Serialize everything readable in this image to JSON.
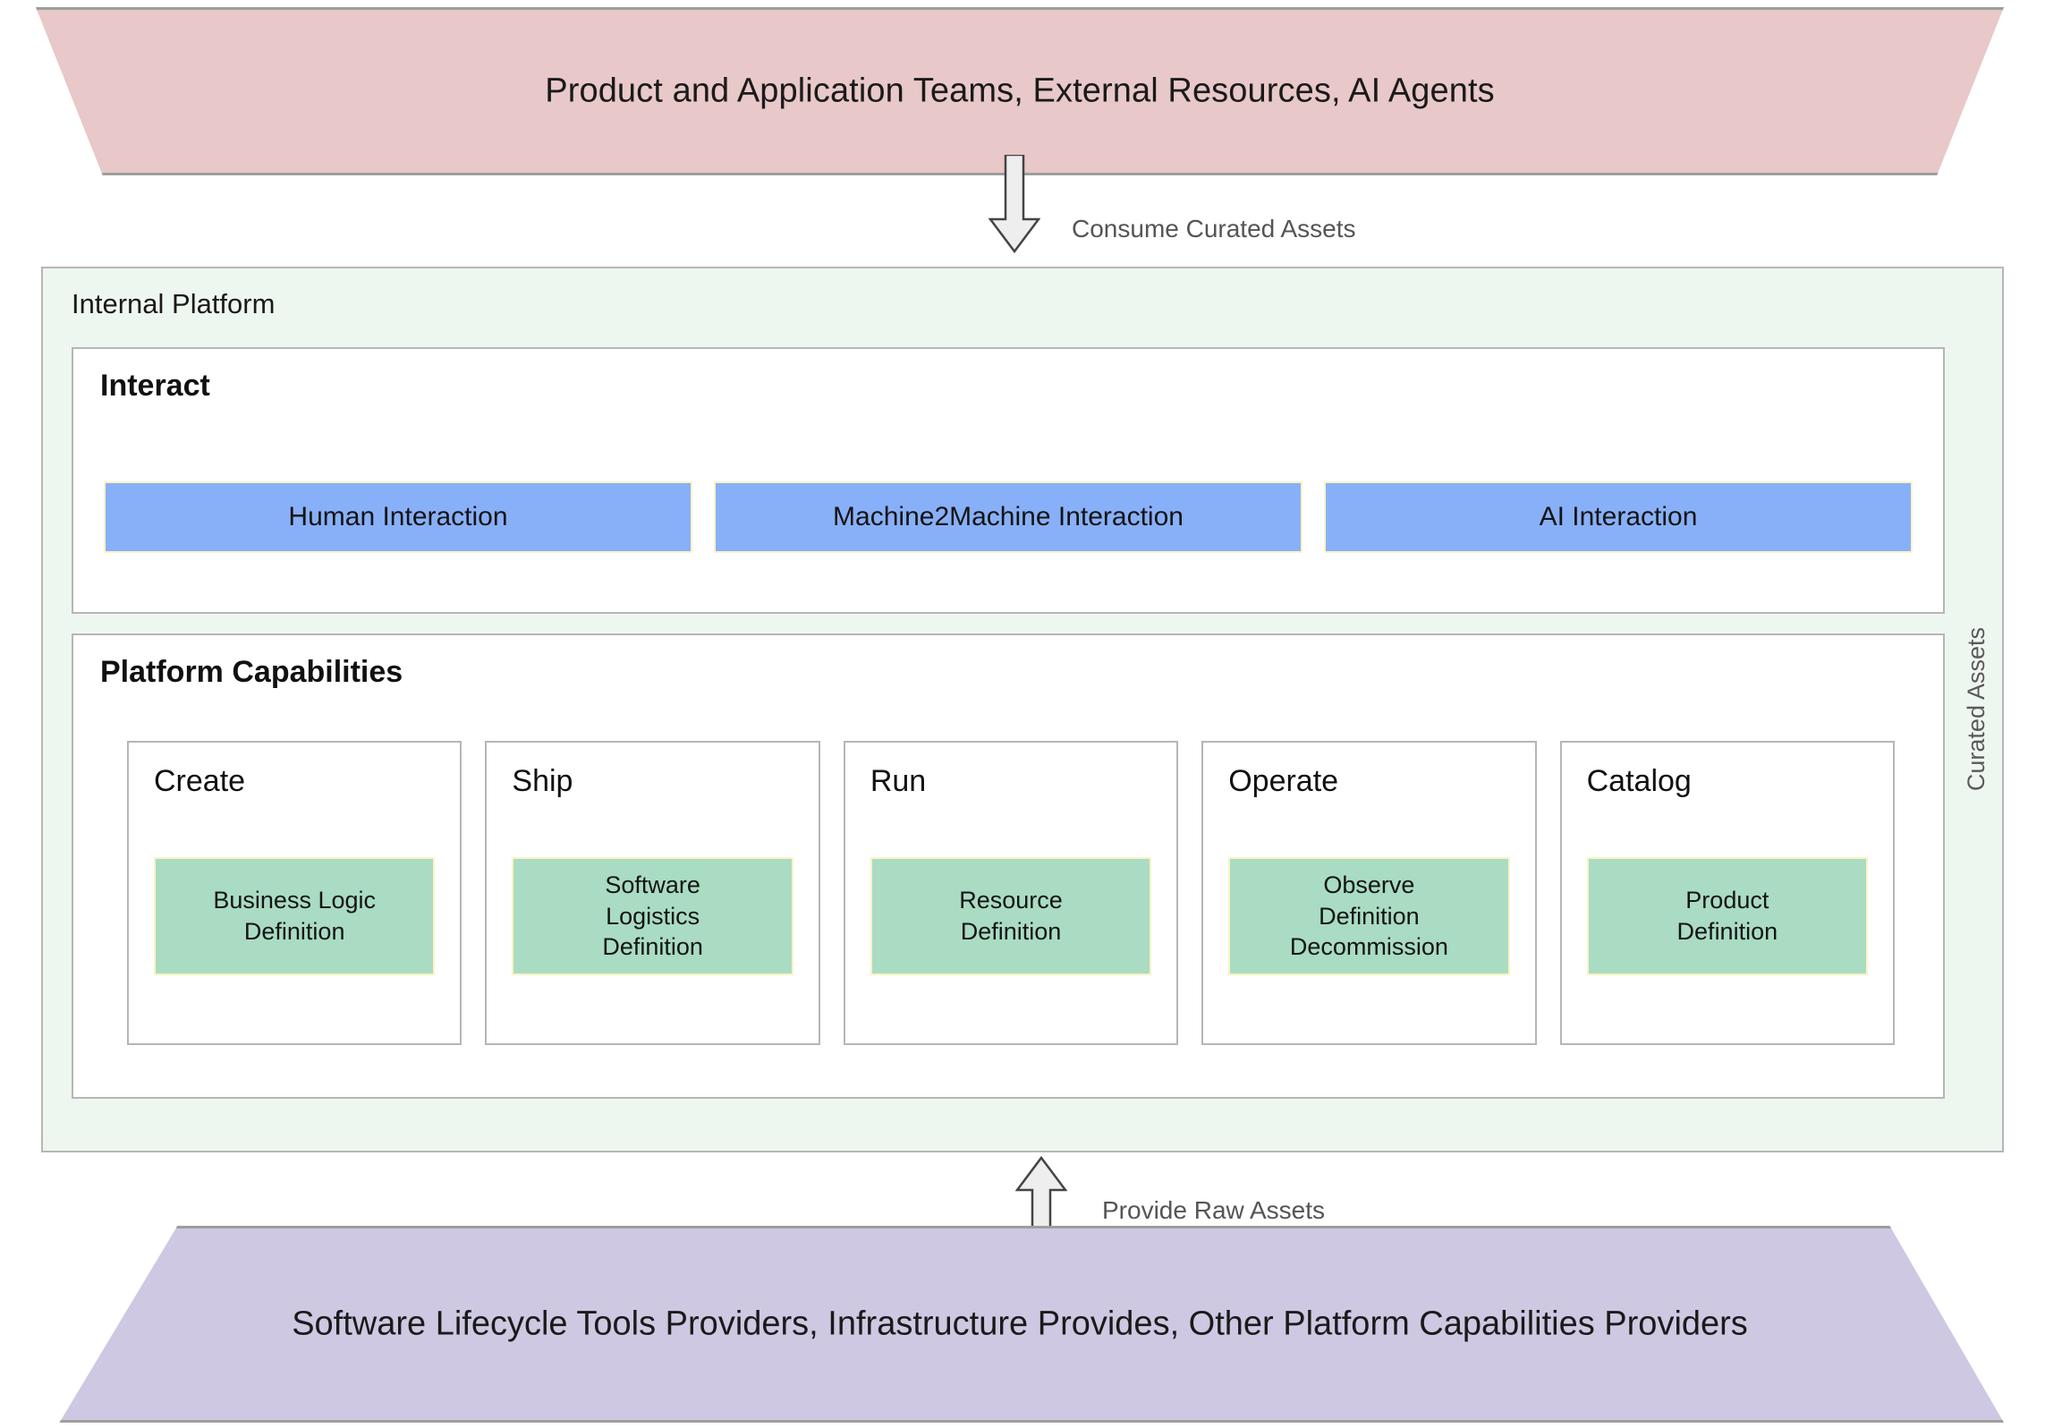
{
  "actors": {
    "top": {
      "label": "Product and Application Teams, External Resources, AI Agents",
      "fill": "#e8c8c8",
      "stroke": "#a8a8a8"
    },
    "bottom": {
      "label": "Software Lifecycle Tools Providers, Infrastructure Provides, Other Platform Capabilities Providers",
      "fill": "#cec8e2",
      "stroke": "#a8a8a8"
    }
  },
  "flows": {
    "consume": {
      "label": "Consume Curated Assets",
      "direction": "down"
    },
    "provide": {
      "label": "Provide Raw Assets",
      "direction": "up"
    }
  },
  "platform": {
    "title": "Internal Platform",
    "fill": "#eef6f0",
    "side_label": "Curated Assets",
    "interact": {
      "title": "Interact",
      "box_fill": "#88b0f8",
      "box_stroke": "#fcf3c5",
      "items": [
        {
          "label": "Human Interaction"
        },
        {
          "label": "Machine2Machine Interaction"
        },
        {
          "label": "AI Interaction"
        }
      ]
    },
    "capabilities": {
      "title": "Platform Capabilities",
      "chip_fill": "#a9dcc3",
      "chip_stroke": "#fcf3c5",
      "cards": [
        {
          "title": "Create",
          "chip": "Business Logic\nDefinition"
        },
        {
          "title": "Ship",
          "chip": "Software\nLogistics\nDefinition"
        },
        {
          "title": "Run",
          "chip": "Resource\nDefinition"
        },
        {
          "title": "Operate",
          "chip": "Observe\nDefinition\nDecommission"
        },
        {
          "title": "Catalog",
          "chip": "Product\nDefinition"
        }
      ]
    }
  }
}
